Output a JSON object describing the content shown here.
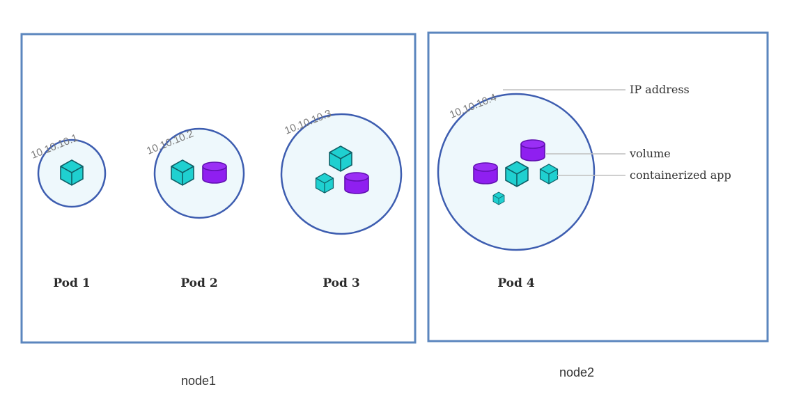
{
  "nodes": [
    {
      "label": "node1"
    },
    {
      "label": "node2"
    }
  ],
  "pods": [
    {
      "label": "Pod 1",
      "ip": "10.10.10.1"
    },
    {
      "label": "Pod 2",
      "ip": "10.10.10.2"
    },
    {
      "label": "Pod 3",
      "ip": "10.10.10.3"
    },
    {
      "label": "Pod 4",
      "ip": "10.10.10.4"
    }
  ],
  "legend": {
    "ip_address": "IP address",
    "volume": "volume",
    "containerized_app": "containerized app"
  },
  "colors": {
    "node_border": "#5b86be",
    "pod_border": "#3d5db0",
    "pod_fill": "#eef8fc",
    "container": "#1fd0d0",
    "container_stroke": "#0f5f66",
    "volume": "#8f1ff0",
    "volume_stroke": "#6010b0",
    "leader": "#bfbfbf"
  }
}
